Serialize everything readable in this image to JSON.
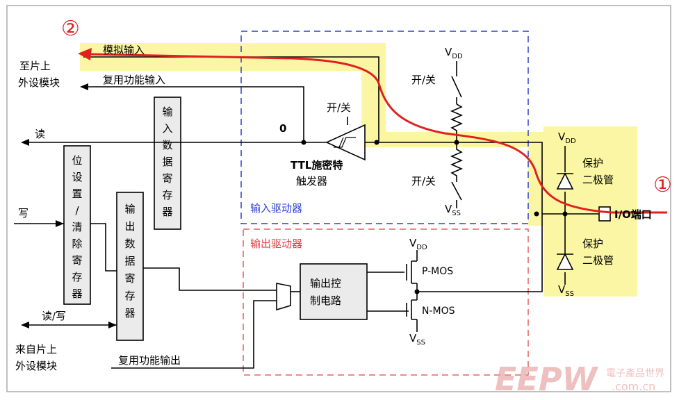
{
  "markers": {
    "m1": "①",
    "m2": "②"
  },
  "labels": {
    "onchip_periph_to": [
      "至片上",
      "外设模块"
    ],
    "analog_input": "模拟输入",
    "alt_func_input": "复用功能输入",
    "read": "读",
    "write": "写",
    "read_write": "读/写",
    "from_onchip_periph": [
      "来自片上",
      "外设模块"
    ],
    "alt_func_output": "复用功能输出",
    "zero": "0",
    "switch": "开/关",
    "schmitt_trigger": [
      "TTL施密特",
      "触发器"
    ],
    "input_driver": "输入驱动器",
    "output_driver": "输出驱动器",
    "output_control": [
      "输出控",
      "制电路"
    ],
    "pmos": "P-MOS",
    "nmos": "N-MOS",
    "protect_diode": [
      "保护",
      "二极管"
    ],
    "io_port": "I/O端口",
    "vdd": "V",
    "vss": "V",
    "dd": "DD",
    "ss": "SS"
  },
  "registers": {
    "input_data": "输\n入\n数\n据\n寄\n存\n器",
    "bit_set_clear": "位\n设\n置\n/\n清\n除\n寄\n存\n器",
    "output_data": "输\n出\n数\n据\n寄\n存\n器"
  },
  "watermark": {
    "logo": "EEPW",
    "cn": "電子產品世界",
    "url": ".com.cn"
  },
  "colors": {
    "highlight": "#fbf6a3",
    "signal_path": "#e02020",
    "input_box": "#2b3fd0",
    "output_box": "#e04545",
    "watermark": "#e8a6a6"
  }
}
